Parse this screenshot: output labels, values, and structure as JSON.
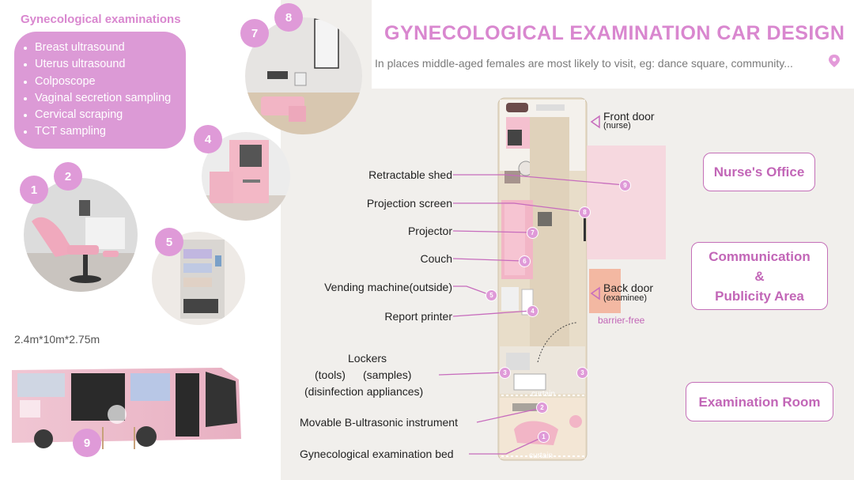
{
  "header": {
    "title": "GYNECOLOGICAL EXAMINATION CAR DESIGN",
    "subtitle": "In places middle-aged females are most likely to visit, eg: dance square, community..."
  },
  "exams": {
    "title": "Gynecological examinations",
    "items": [
      "Breast ultrasound",
      "Uterus ultrasound",
      "Colposcope",
      "Vaginal secretion sampling",
      "Cervical scraping",
      "TCT sampling"
    ]
  },
  "dimensions": "2.4m*10m*2.75m",
  "photo_numbers": [
    "1",
    "2",
    "4",
    "5",
    "7",
    "8",
    "9"
  ],
  "labels": {
    "retractable_shed": "Retractable shed",
    "projection_screen": "Projection screen",
    "projector": "Projector",
    "couch": "Couch",
    "vending_machine": "Vending machine(outside)",
    "report_printer": "Report printer",
    "lockers": "Lockers",
    "tools": "(tools)",
    "samples": "(samples)",
    "disinfection": "(disinfection appliances)",
    "b_ultrasonic": "Movable B-ultrasonic instrument",
    "exam_bed": "Gynecological examination bed"
  },
  "doors": {
    "front": "Front door",
    "front_sub": "(nurse)",
    "back": "Back door",
    "back_sub": "(examinee)",
    "barrier": "barrier-free"
  },
  "plan_tags": {
    "curtain_1": "curtain",
    "curtain_2": "curtain"
  },
  "zones": {
    "nurse_office": "Nurse's Office",
    "comm_line1": "Communication",
    "comm_line2": "&",
    "comm_line3": "Publicity Area",
    "exam_room": "Examination Room"
  },
  "plan_markers": [
    "9",
    "8",
    "7",
    "6",
    "5",
    "4",
    "3",
    "3",
    "2",
    "1"
  ],
  "colors": {
    "accent": "#d987cf",
    "pink": "#f1b5c6",
    "wood": "#e0d2bb"
  }
}
